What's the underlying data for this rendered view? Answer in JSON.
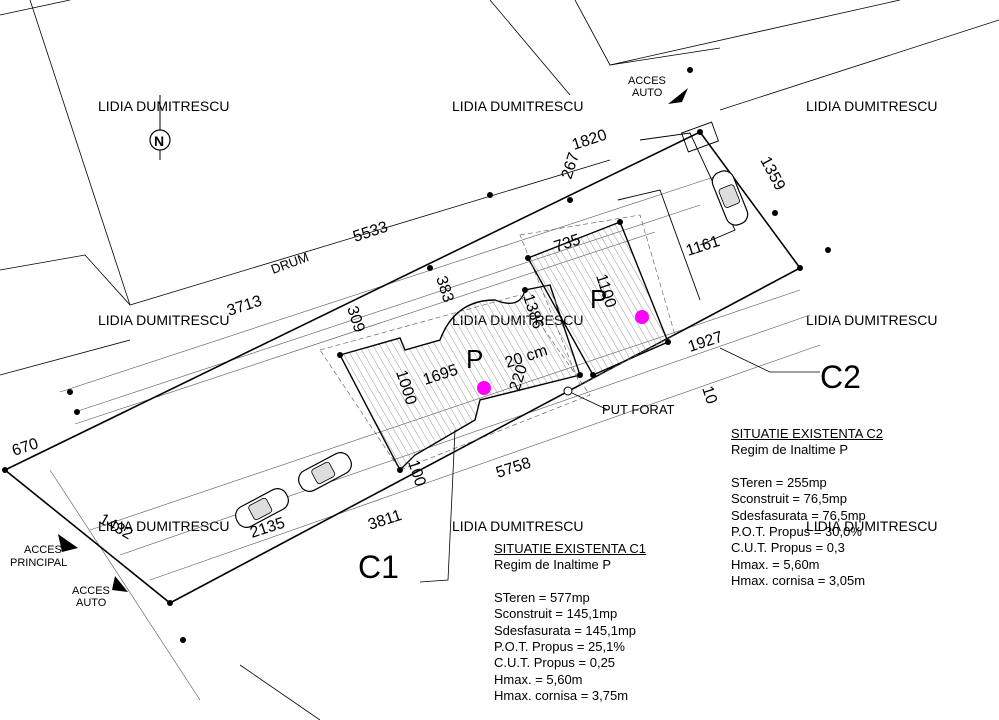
{
  "watermark": "LIDIA DUMITRESCU",
  "north_label": "N",
  "road_label": "DRUM",
  "access": {
    "auto_top": [
      "ACCES",
      "AUTO"
    ],
    "principal": [
      "ACCES",
      "PRINCIPAL"
    ],
    "auto_bottom": [
      "ACCES",
      "AUTO"
    ]
  },
  "building_labels": {
    "c1": "C1",
    "c2": "C2",
    "p1": "P",
    "p2": "P"
  },
  "well_label": "PUT FORAT",
  "thickness_label": "20 cm",
  "dimensions": {
    "d1820": "1820",
    "d5533": "5533",
    "d3713": "3713",
    "d267": "267",
    "d1359": "1359",
    "d735": "735",
    "d1100": "1100",
    "d1161": "1161",
    "d383": "383",
    "d1386": "1386",
    "d309": "309",
    "d1695": "1695",
    "d1000": "1000",
    "d220": "220",
    "d1927": "1927",
    "d10": "10",
    "d670": "670",
    "d100": "100",
    "d5758": "5758",
    "d1432": "1432",
    "d2135": "2135",
    "d3811": "3811"
  },
  "c1_info": {
    "title": "SITUATIE EXISTENTA C1",
    "regime": "Regim de Inaltime P",
    "lines": [
      "STeren = 577mp",
      "Sconstruit = 145,1mp",
      "Sdesfasurata = 145,1mp",
      "P.O.T. Propus = 25,1%",
      "C.U.T. Propus = 0,25",
      "Hmax. = 5,60m",
      "Hmax. cornisa = 3,75m"
    ]
  },
  "c2_info": {
    "title": "SITUATIE EXISTENTA C2",
    "regime": "Regim de Inaltime P",
    "lines": [
      "STeren = 255mp",
      "Sconstruit = 76,5mp",
      "Sdesfasurata = 76,5mp",
      "P.O.T. Propus = 30,0%",
      "C.U.T. Propus = 0,3",
      "Hmax. = 5,60m",
      "Hmax. cornisa = 3,05m"
    ]
  },
  "colors": {
    "marker": "#ff00ff",
    "line": "#000000",
    "hatch": "#9a9a9a",
    "watermark": "#d4d4e6"
  }
}
